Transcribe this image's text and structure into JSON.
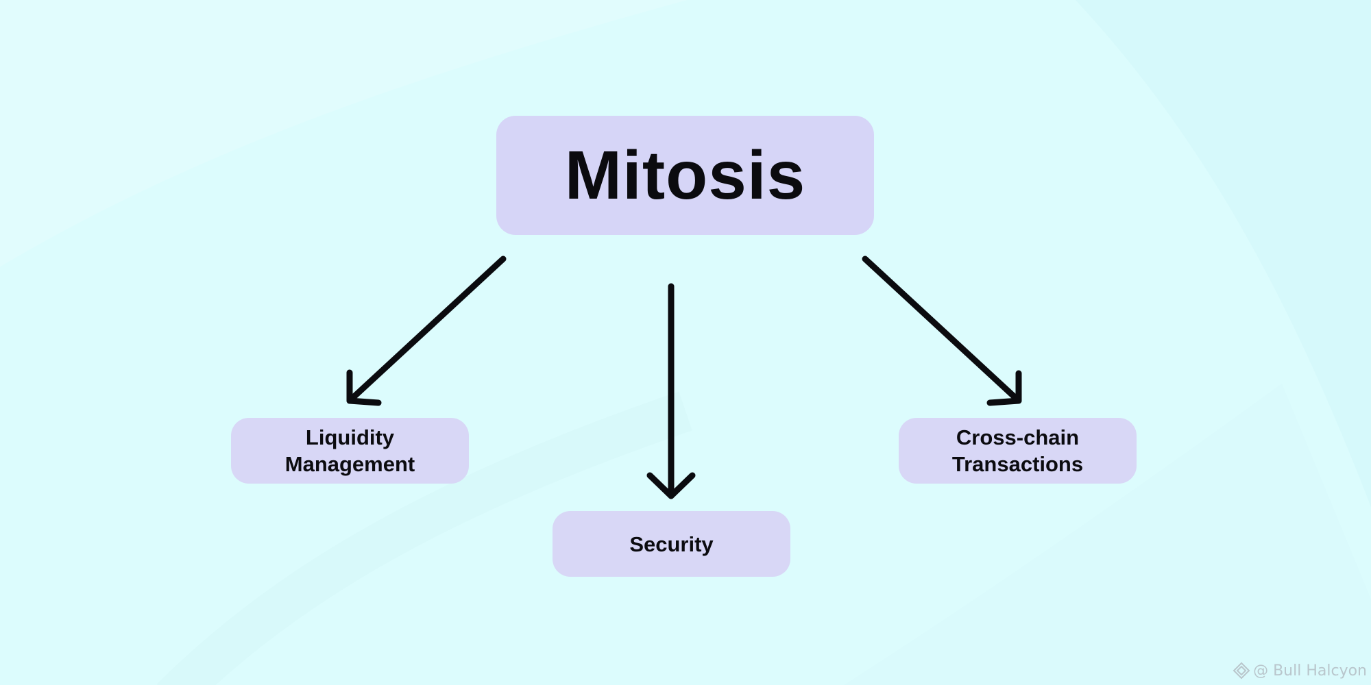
{
  "diagram": {
    "root": {
      "label": "Mitosis"
    },
    "children": [
      {
        "id": "liquidity",
        "label_line1": "Liquidity",
        "label_line2": "Management"
      },
      {
        "id": "security",
        "label_line1": "Security"
      },
      {
        "id": "crosschain",
        "label_line1": "Cross-chain",
        "label_line2": "Transactions"
      }
    ],
    "edges": [
      {
        "from": "Mitosis",
        "to": "liquidity"
      },
      {
        "from": "Mitosis",
        "to": "security"
      },
      {
        "from": "Mitosis",
        "to": "crosschain"
      }
    ]
  },
  "watermark": {
    "text": "@ Bull Halcyon"
  },
  "colors": {
    "background": "#dcfcfd",
    "node_fill": "#d6d5f7",
    "text": "#0b0b0f",
    "arrow": "#0b0b0f"
  }
}
